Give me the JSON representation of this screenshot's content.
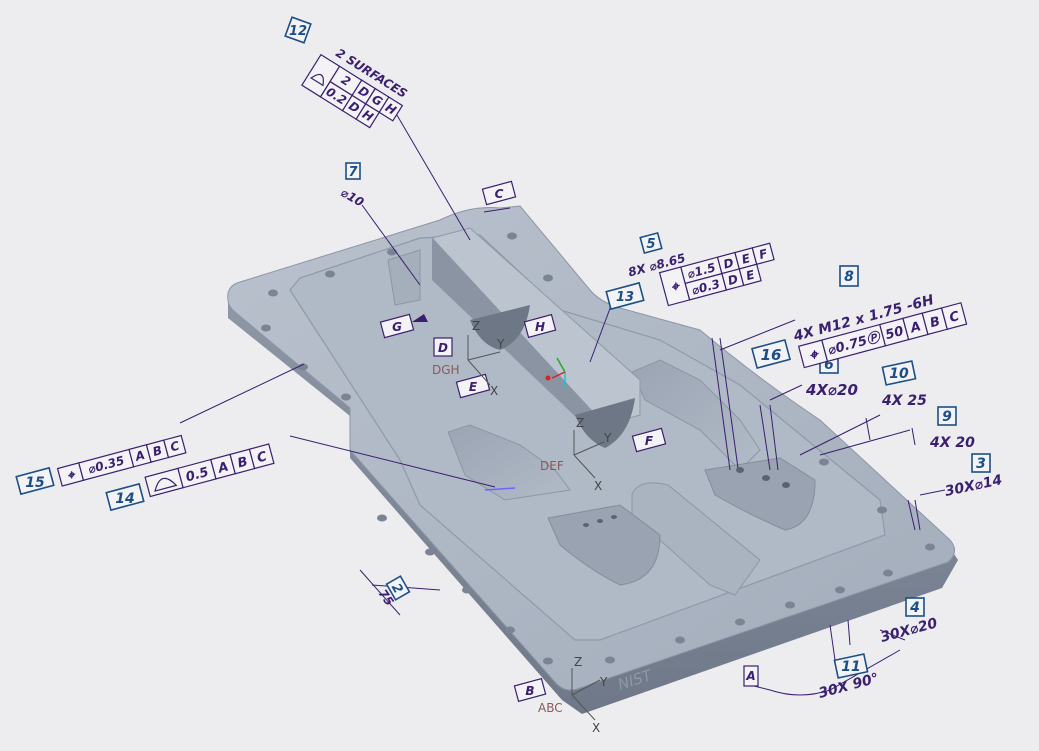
{
  "colors": {
    "background": "#ededf0",
    "part": "#a9b3c1",
    "part_dark": "#7f8999",
    "annotation": "#3a1f6e",
    "balloon": "#1b4f86"
  },
  "balloons": {
    "b2": "2",
    "b3": "3",
    "b4": "4",
    "b5": "5",
    "b6": "6",
    "b7": "7",
    "b8": "8",
    "b9": "9",
    "b10": "10",
    "b11": "11",
    "b12": "12",
    "b13": "13",
    "b14": "14",
    "b15": "15",
    "b16": "16"
  },
  "datums": {
    "a": "A",
    "b": "B",
    "c": "C",
    "d": "D",
    "e": "E",
    "f": "F",
    "g": "G",
    "h": "H"
  },
  "fcf12": {
    "note": "2 SURFACES",
    "r1": [
      "2",
      "D",
      "G",
      "H"
    ],
    "r2": [
      "0.2",
      "D",
      "H"
    ]
  },
  "fcf5": {
    "note": "8X ⌀8.65",
    "r1": [
      "⌀1.5",
      "D",
      "E",
      "F"
    ],
    "r2": [
      "⌀0.3",
      "D",
      "E"
    ]
  },
  "fcf8": {
    "note": "4X M12 x 1.75 -6H",
    "cells": [
      "⌀0.75Ⓟ",
      "50",
      "A",
      "B",
      "C"
    ]
  },
  "fcf15": {
    "cells": [
      "⌀0.35",
      "A",
      "B",
      "C"
    ]
  },
  "fcf14": {
    "cells": [
      "0.5",
      "A",
      "B",
      "C"
    ]
  },
  "dims": {
    "d7": "⌀10",
    "d6": "4X⌀20",
    "d10": "4X 25",
    "d9": "4X 20",
    "d3": "30X⌀14",
    "d4": "30X⌀20",
    "d11": "30X 90°",
    "d2": "75"
  },
  "csys": {
    "x": "X",
    "y": "Y",
    "z": "Z",
    "dgh": "DGH",
    "def": "DEF",
    "abc": "ABC"
  },
  "part_mark": "NIST"
}
